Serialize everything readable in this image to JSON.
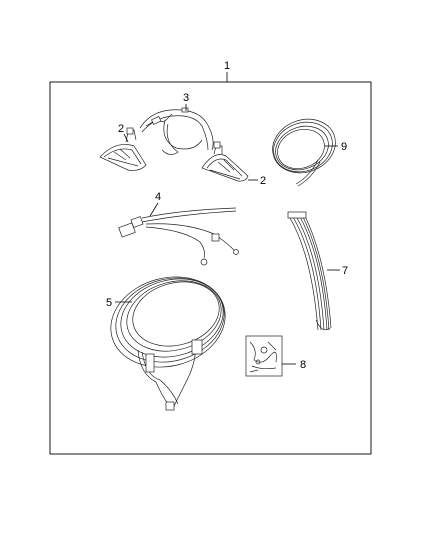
{
  "callouts": {
    "kit": "1",
    "lamp_left": "2",
    "lamp_right": "2",
    "lamp_harness": "3",
    "jumper_harness": "4",
    "main_harness": "5",
    "wire_ties": "7",
    "fastener_bag": "8",
    "tubing": "9"
  }
}
